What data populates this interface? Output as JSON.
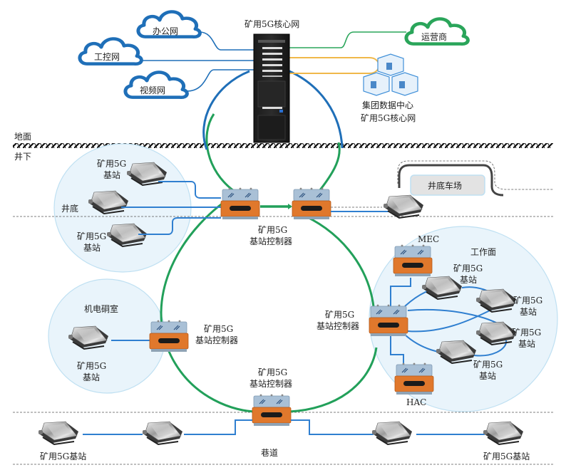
{
  "diagram": {
    "layers": {
      "surface_label": "地面",
      "underground_label": "井下"
    },
    "surface": {
      "core_network": {
        "label": "矿用5G核心网",
        "icon": "server-rack-icon"
      },
      "clouds": [
        {
          "id": "office",
          "label": "办公网",
          "color": "#1f6fb8"
        },
        {
          "id": "control",
          "label": "工控网",
          "color": "#1f6fb8"
        },
        {
          "id": "video",
          "label": "视频网",
          "color": "#1f6fb8"
        },
        {
          "id": "carrier",
          "label": "运营商",
          "color": "#2aa55a"
        }
      ],
      "group_datacenter": {
        "line1": "集团数据中心",
        "line2": "矿用5G核心网",
        "icon": "datacenter-cubes-icon"
      }
    },
    "underground": {
      "zones": {
        "shaft_bottom": {
          "label": "井底",
          "base_station_label_top": [
            "矿用5G",
            "基站"
          ],
          "base_station_label_bottom": [
            "矿用5G",
            "基站"
          ]
        },
        "yard": {
          "label": "井底车场"
        },
        "electrical_room": {
          "label": "机电硐室",
          "base_station_label": [
            "矿用5G",
            "基站"
          ],
          "controller_label": [
            "矿用5G",
            "基站控制器"
          ]
        },
        "workface": {
          "label": "工作面",
          "controller_label": [
            "矿用5G",
            "基站控制器"
          ],
          "mec_label": "MEC",
          "hac_label": "HAC",
          "base_station_labels": [
            [
              "矿用5G",
              "基站"
            ],
            [
              "矿用5G",
              "基站"
            ],
            [
              "矿用5G",
              "基站"
            ],
            [
              "矿用5G",
              "基站"
            ]
          ]
        },
        "roadway": {
          "label": "巷道",
          "controller_label": [
            "矿用5G",
            "基站控制器"
          ],
          "left_station_label": "矿用5G基站",
          "right_station_label": "矿用5G基站"
        }
      },
      "top_controller_label": [
        "矿用5G",
        "基站控制器"
      ]
    },
    "colors": {
      "ring_green": "#22a05a",
      "link_blue": "#2f7fd0",
      "uplink_blue": "#1f6fb8",
      "datacenter_orange": "#f0b84a",
      "controller_orange": "#e0782c",
      "controller_top": "#9db7cf",
      "zone_fill": "#e9f4fb",
      "zone_stroke": "#bfe0f2"
    }
  }
}
